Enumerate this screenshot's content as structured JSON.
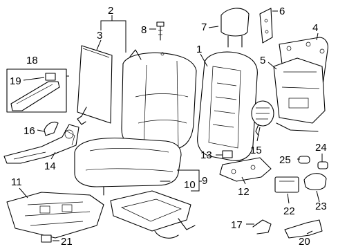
{
  "diagram": {
    "callouts": [
      {
        "key": "c1",
        "text": "1"
      },
      {
        "key": "c2",
        "text": "2"
      },
      {
        "key": "c3",
        "text": "3"
      },
      {
        "key": "c4",
        "text": "4"
      },
      {
        "key": "c5",
        "text": "5"
      },
      {
        "key": "c6",
        "text": "6"
      },
      {
        "key": "c7",
        "text": "7"
      },
      {
        "key": "c8",
        "text": "8"
      },
      {
        "key": "c9",
        "text": "9"
      },
      {
        "key": "c10",
        "text": "10"
      },
      {
        "key": "c11",
        "text": "11"
      },
      {
        "key": "c12",
        "text": "12"
      },
      {
        "key": "c13",
        "text": "13"
      },
      {
        "key": "c14",
        "text": "14"
      },
      {
        "key": "c15",
        "text": "15"
      },
      {
        "key": "c16",
        "text": "16"
      },
      {
        "key": "c17",
        "text": "17"
      },
      {
        "key": "c18",
        "text": "18"
      },
      {
        "key": "c19",
        "text": "19"
      },
      {
        "key": "c20",
        "text": "20"
      },
      {
        "key": "c21",
        "text": "21"
      },
      {
        "key": "c22",
        "text": "22"
      },
      {
        "key": "c23",
        "text": "23"
      },
      {
        "key": "c24",
        "text": "24"
      },
      {
        "key": "c25",
        "text": "25"
      }
    ]
  }
}
